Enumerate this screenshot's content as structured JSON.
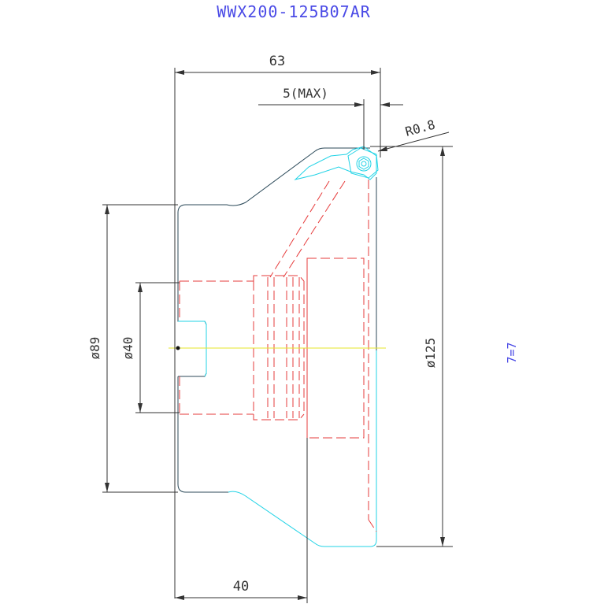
{
  "title": "WWX200-125B07AR",
  "side_note": "7=7",
  "dimensions": {
    "overall_length": "63",
    "max_depth": "5(MAX)",
    "corner_radius": "R0.8",
    "cutter_diameter": "ø125",
    "body_diameter": "ø89",
    "bore_diameter": "ø40",
    "hub_length": "40"
  },
  "colors": {
    "title": "#4a4ae6",
    "dimension": "#333333",
    "outline": "#2c4a5a",
    "cyan": "#22d3e6",
    "hidden": "#e63b3b",
    "centerline": "#e6e62a"
  }
}
